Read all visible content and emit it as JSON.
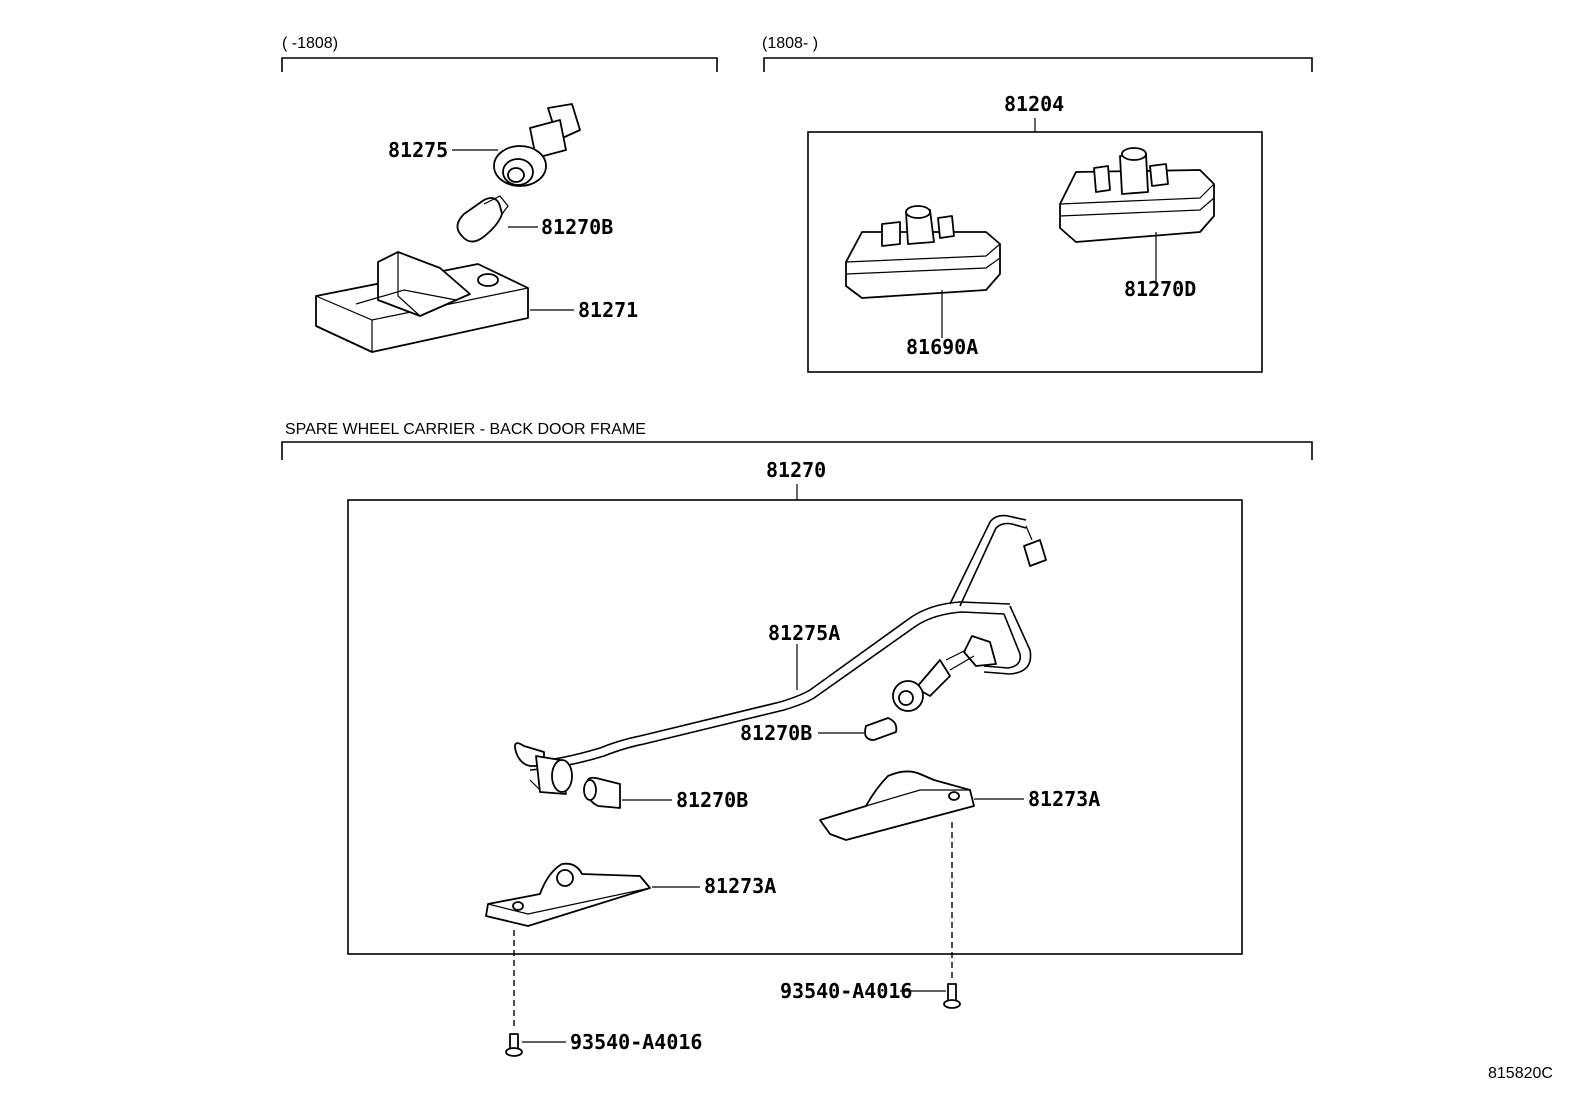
{
  "sections": {
    "top_left": "(      -1808)",
    "top_right": "(1808-       )",
    "bottom": "SPARE WHEEL CARRIER - BACK DOOR FRAME"
  },
  "parts": {
    "p81275": "81275",
    "p81270B_top": "81270B",
    "p81271": "81271",
    "p81204": "81204",
    "p81690A": "81690A",
    "p81270D": "81270D",
    "p81270": "81270",
    "p81275A": "81275A",
    "p81270B_mid": "81270B",
    "p81270B_low": "81270B",
    "p81273A_right": "81273A",
    "p81273A_left": "81273A",
    "screw_right": "93540-A4016",
    "screw_left": "93540-A4016"
  },
  "figure_code": "815820C"
}
